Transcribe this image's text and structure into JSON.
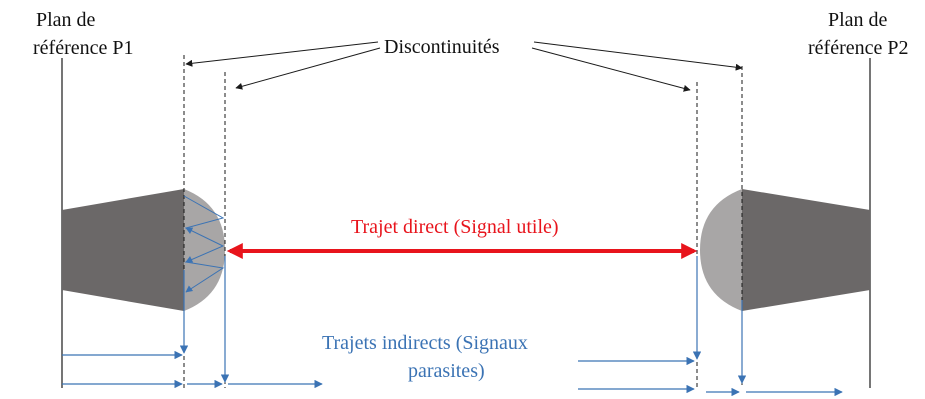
{
  "reference_planes": {
    "p1": {
      "line1": "Plan de",
      "line2": "référence P1"
    },
    "p2": {
      "line1": "Plan de",
      "line2": "référence P2"
    }
  },
  "discontinuities_label": "Discontinuités",
  "direct_path_label": "Trajet direct (Signal utile)",
  "indirect_paths_label": {
    "line1": "Trajets indirects (Signaux",
    "line2": "parasites)"
  },
  "colors": {
    "probe_body": "#6b6868",
    "probe_tip": "#a8a6a6",
    "direct_path": "#e8141c",
    "indirect_path": "#3b73b4",
    "lines": "#1a1a1a"
  }
}
